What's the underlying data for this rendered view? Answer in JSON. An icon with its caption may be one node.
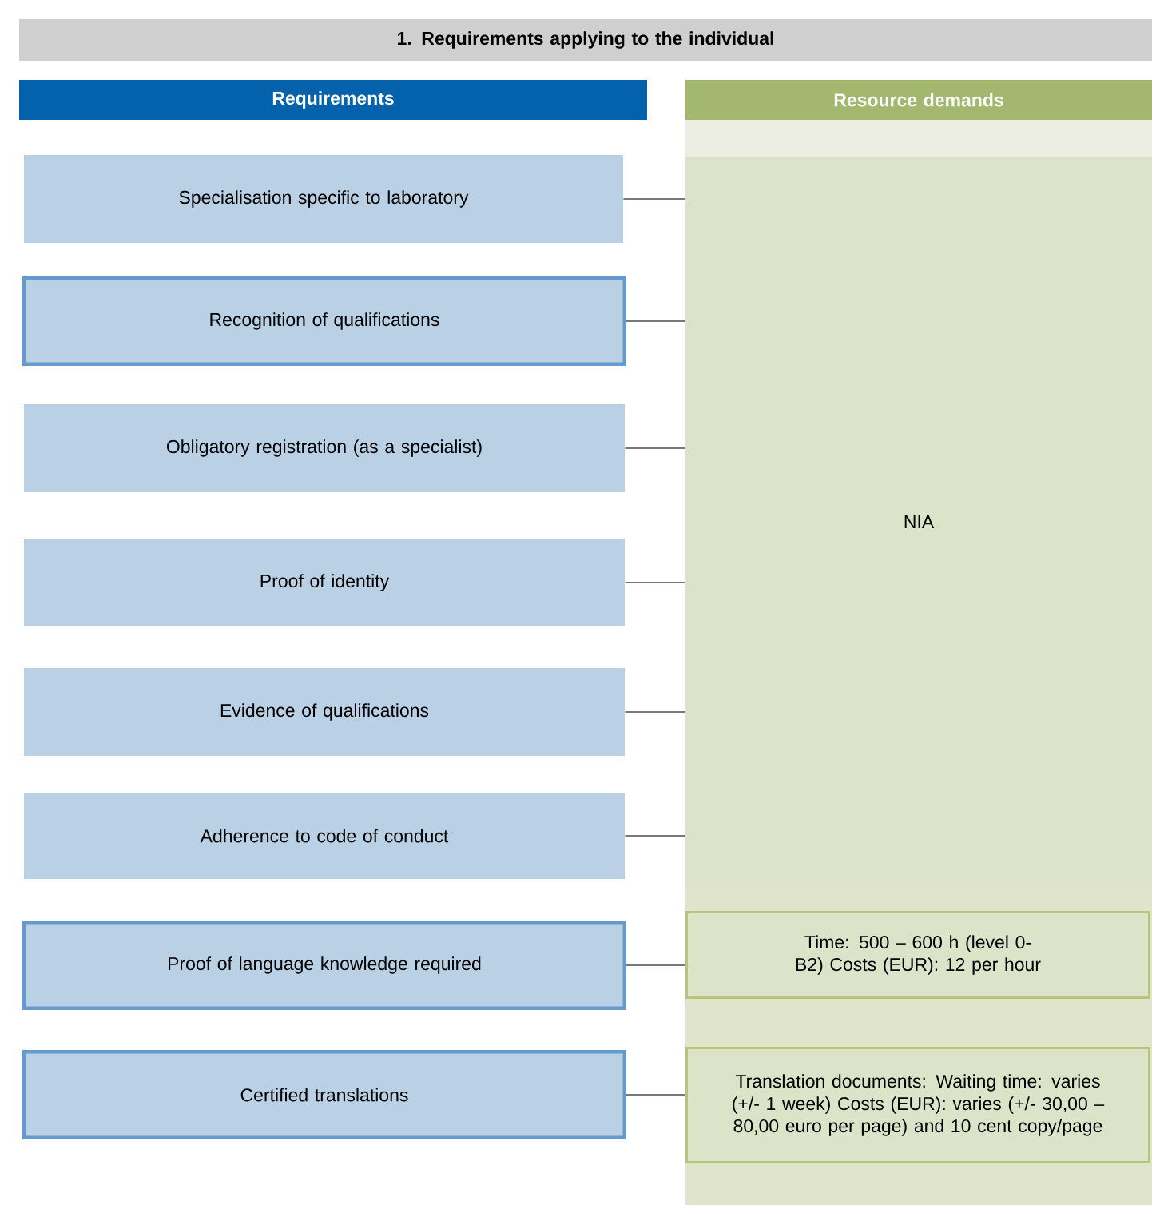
{
  "diagram": {
    "nodes": [
      {
        "text": [
          "1. Requirements applying to the individual"
        ]
      },
      {
        "text": [
          "Requirements"
        ]
      },
      {
        "text": [
          "Resource demands"
        ]
      },
      {
        "text": [
          "Specialisation specific to laboratory"
        ]
      },
      {
        "text": [
          "Recognition of qualifications"
        ]
      },
      {
        "text": [
          "Obligatory registration (as a specialist)"
        ]
      },
      {
        "text": [
          "Proof of identity"
        ]
      },
      {
        "text": [
          "Evidence of qualifications"
        ]
      },
      {
        "text": [
          "Adherence to code of conduct"
        ]
      },
      {
        "text": [
          "Proof of language knowledge required"
        ]
      },
      {
        "text": [
          "Certified translations"
        ]
      },
      {
        "text": [
          "NIA"
        ]
      },
      {
        "text": [
          "Time: 500 – 600 h (level 0-B2) Costs (EUR): 12 per hour"
        ]
      },
      {
        "text": [
          "Translation documents: Waiting time: varies (+/- 1 week) Costs (EUR): varies (+/- 30,00 – 80,00 euro per page) and 10 cent copy/page"
        ]
      }
    ],
    "edges": [
      {
        "from": 3,
        "to": 11,
        "arrow": "none"
      },
      {
        "from": 4,
        "to": 11,
        "arrow": "none"
      },
      {
        "from": 5,
        "to": 11,
        "arrow": "none"
      },
      {
        "from": 6,
        "to": 11,
        "arrow": "none"
      },
      {
        "from": 7,
        "to": 11,
        "arrow": "none"
      },
      {
        "from": 8,
        "to": 11,
        "arrow": "none"
      },
      {
        "from": 9,
        "to": 12,
        "arrow": "none"
      },
      {
        "from": 10,
        "to": 13,
        "arrow": "none"
      }
    ]
  }
}
